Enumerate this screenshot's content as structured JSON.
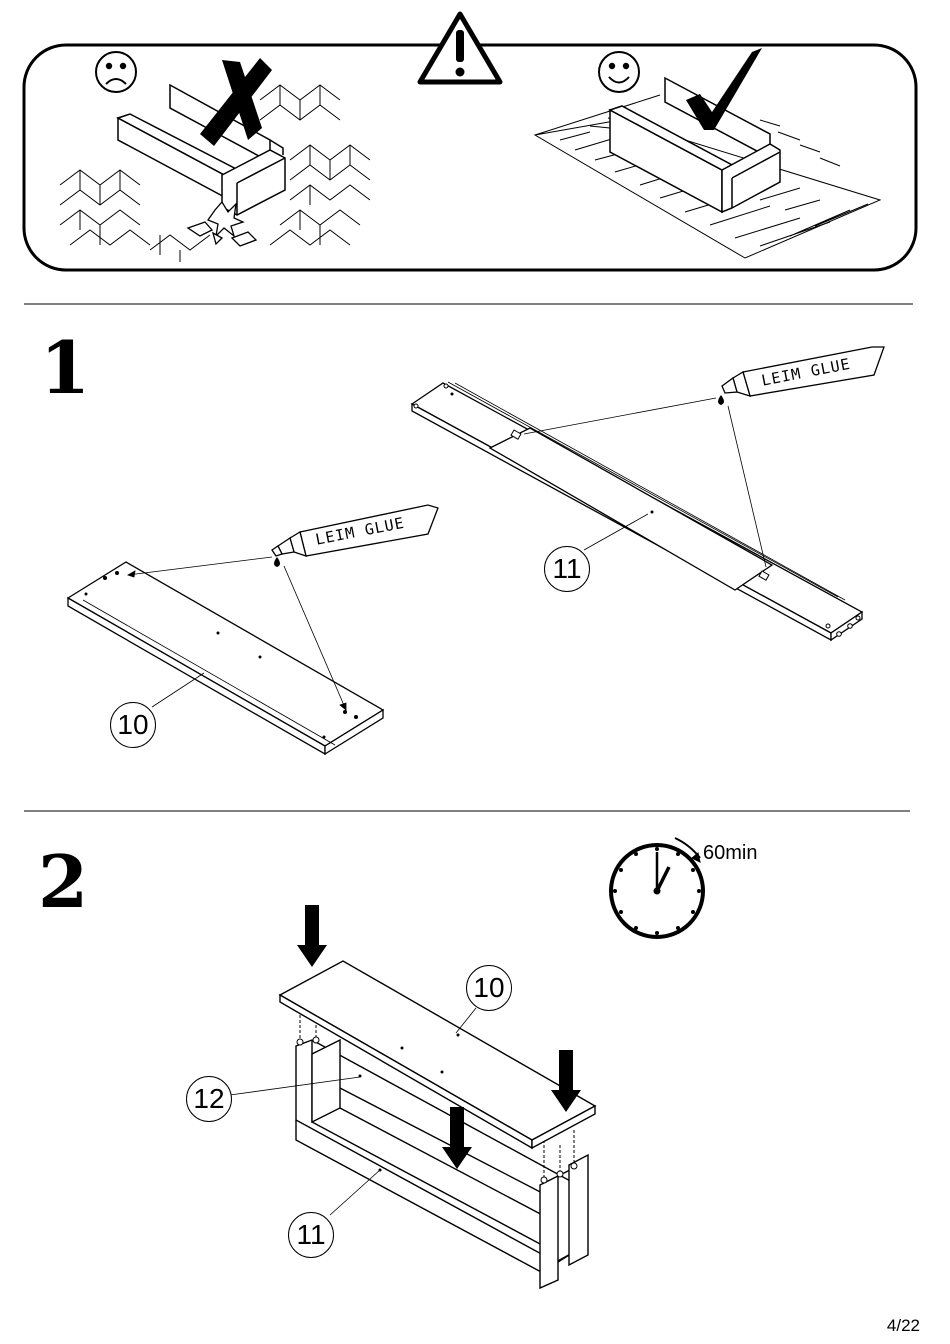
{
  "warning_panel": {
    "wrong_icon": "sad-face-icon",
    "right_icon": "smiley-face-icon",
    "alert_icon": "warning-triangle-icon",
    "wrong_mark": "cross-mark-icon",
    "right_mark": "check-mark-icon"
  },
  "step1": {
    "number": "1",
    "glue_label_a": "LEIM GLUE",
    "glue_label_b": "LEIM GLUE",
    "part_a": "10",
    "part_b": "11"
  },
  "step2": {
    "number": "2",
    "timer_label": "60min",
    "part_top": "10",
    "part_back": "12",
    "part_bottom": "11"
  },
  "footer": {
    "page": "4/22"
  }
}
